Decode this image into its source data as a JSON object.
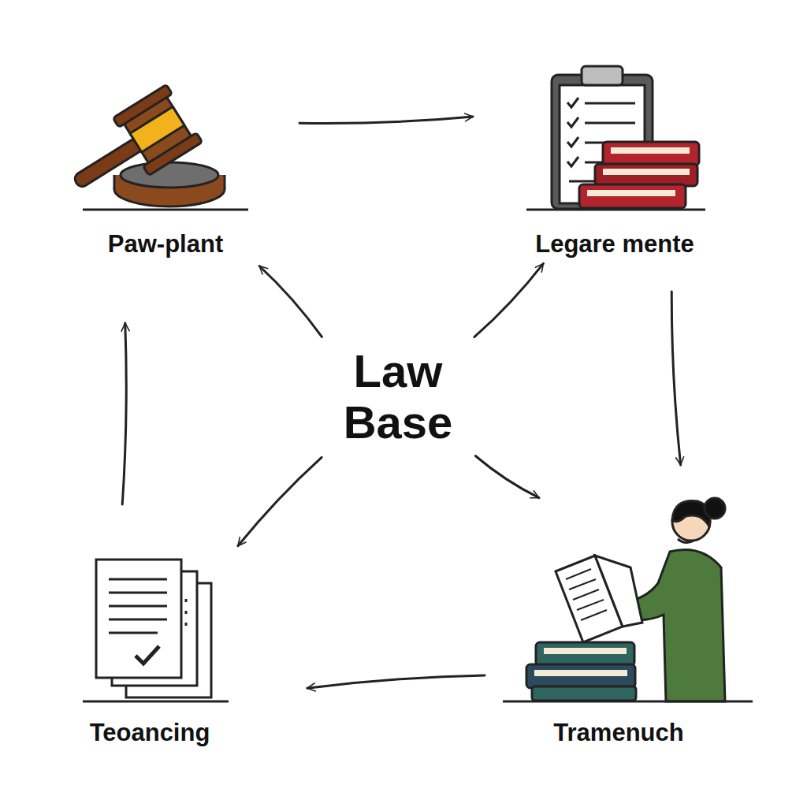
{
  "diagram": {
    "nodes": [
      {
        "text": [
          "Paw-plant"
        ]
      },
      {
        "text": [
          "Legare mente"
        ]
      },
      {
        "text": [
          "Law Base"
        ]
      },
      {
        "text": [
          "Teoancing"
        ]
      },
      {
        "text": [
          "Tramenuch"
        ]
      }
    ],
    "edges": [
      {
        "from": 2,
        "to": 0,
        "arrow": "to"
      },
      {
        "from": 2,
        "to": 1,
        "arrow": "to"
      },
      {
        "from": 2,
        "to": 3,
        "arrow": "to"
      },
      {
        "from": 2,
        "to": 4,
        "arrow": "to"
      },
      {
        "from": 0,
        "to": 1,
        "arrow": "to"
      },
      {
        "from": 1,
        "to": 4,
        "arrow": "to"
      },
      {
        "from": 4,
        "to": 3,
        "arrow": "to"
      },
      {
        "from": 3,
        "to": 0,
        "arrow": "to"
      }
    ]
  }
}
